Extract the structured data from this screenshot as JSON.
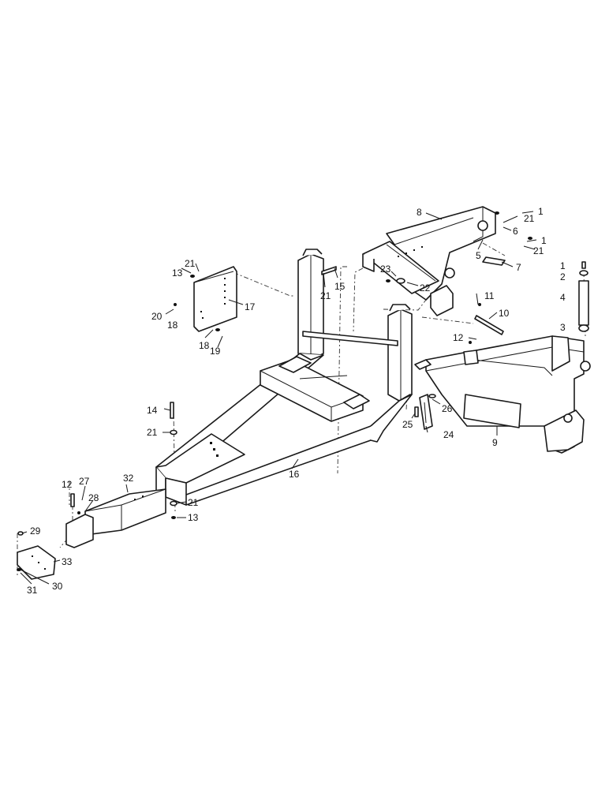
{
  "callouts": [
    {
      "id": "c1a",
      "text": "1"
    },
    {
      "id": "c21a",
      "text": "21"
    },
    {
      "id": "c8",
      "text": "8"
    },
    {
      "id": "c6",
      "text": "6"
    },
    {
      "id": "c1b",
      "text": "1"
    },
    {
      "id": "c21b",
      "text": "21"
    },
    {
      "id": "c5",
      "text": "5"
    },
    {
      "id": "c7",
      "text": "7"
    },
    {
      "id": "c1c",
      "text": "1"
    },
    {
      "id": "c2",
      "text": "2"
    },
    {
      "id": "c4",
      "text": "4"
    },
    {
      "id": "c3",
      "text": "3"
    },
    {
      "id": "c23",
      "text": "23"
    },
    {
      "id": "c22",
      "text": "22"
    },
    {
      "id": "c11",
      "text": "11"
    },
    {
      "id": "c10",
      "text": "10"
    },
    {
      "id": "c12a",
      "text": "12"
    },
    {
      "id": "c21c",
      "text": "21"
    },
    {
      "id": "c13a",
      "text": "13"
    },
    {
      "id": "c15",
      "text": "15"
    },
    {
      "id": "c21d",
      "text": "21"
    },
    {
      "id": "c17",
      "text": "17"
    },
    {
      "id": "c20",
      "text": "20"
    },
    {
      "id": "c18a",
      "text": "18"
    },
    {
      "id": "c18b",
      "text": "18"
    },
    {
      "id": "c19",
      "text": "19"
    },
    {
      "id": "c26",
      "text": "26"
    },
    {
      "id": "c25",
      "text": "25"
    },
    {
      "id": "c24",
      "text": "24"
    },
    {
      "id": "c9",
      "text": "9"
    },
    {
      "id": "c14",
      "text": "14"
    },
    {
      "id": "c21e",
      "text": "21"
    },
    {
      "id": "c16",
      "text": "16"
    },
    {
      "id": "c12b",
      "text": "12"
    },
    {
      "id": "c27",
      "text": "27"
    },
    {
      "id": "c32",
      "text": "32"
    },
    {
      "id": "c28",
      "text": "28"
    },
    {
      "id": "c21f",
      "text": "21"
    },
    {
      "id": "c13b",
      "text": "13"
    },
    {
      "id": "c29",
      "text": "29"
    },
    {
      "id": "c33",
      "text": "33"
    },
    {
      "id": "c30",
      "text": "30"
    },
    {
      "id": "c31",
      "text": "31"
    }
  ]
}
